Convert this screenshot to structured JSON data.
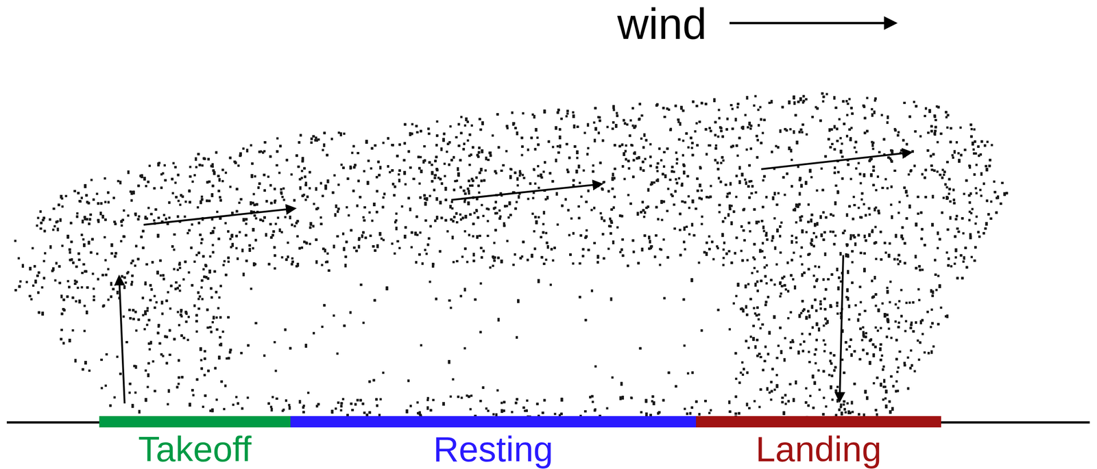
{
  "diagram": {
    "nodes": [
      {
        "text": [
          "Takeoff"
        ]
      },
      {
        "text": [
          "Resting"
        ]
      },
      {
        "text": [
          "Landing"
        ]
      }
    ],
    "labels": [
      "wind"
    ]
  }
}
